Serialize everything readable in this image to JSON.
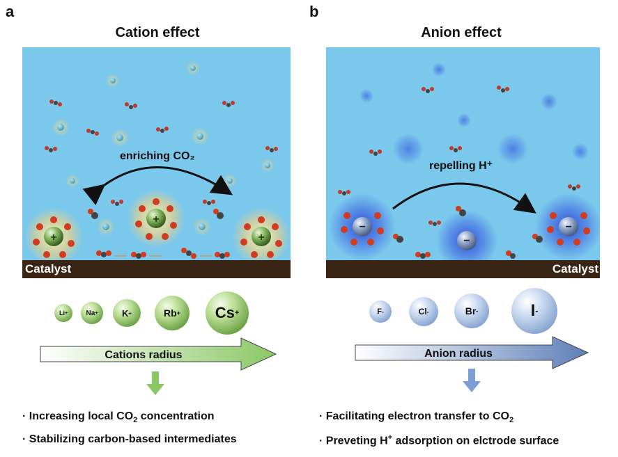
{
  "panel_a": {
    "letter": "a",
    "title": "Cation effect",
    "scene_label": "enriching CO₂",
    "catalyst_label": "Catalyst",
    "ions": [
      {
        "label": "Li",
        "sup": "+"
      },
      {
        "label": "Na",
        "sup": "+"
      },
      {
        "label": "K",
        "sup": "+"
      },
      {
        "label": "Rb",
        "sup": "+"
      },
      {
        "label": "Cs",
        "sup": "+"
      }
    ],
    "arrow_label": "Cations radius",
    "bullets": [
      {
        "pre": "Increasing local CO",
        "sub": "2",
        "post": " concentration"
      },
      {
        "pre": "Stabilizing carbon-based intermediates",
        "sub": "",
        "post": ""
      }
    ],
    "color": "#8bc765"
  },
  "panel_b": {
    "letter": "b",
    "title": "Anion effect",
    "scene_label": "repelling H⁺",
    "catalyst_label": "Catalyst",
    "ions": [
      {
        "label": "F",
        "sup": "-"
      },
      {
        "label": "Cl",
        "sup": "-"
      },
      {
        "label": "Br",
        "sup": "-"
      },
      {
        "label": "I",
        "sup": "-"
      }
    ],
    "arrow_label": "Anion radius",
    "bullets": [
      {
        "pre": "Facilitating electron transfer to CO",
        "sub": "2",
        "post": ""
      },
      {
        "pre": "Preveting H",
        "sup": "+",
        "post": " adsorption on elctrode surface"
      }
    ],
    "color": "#5e7fb8"
  }
}
